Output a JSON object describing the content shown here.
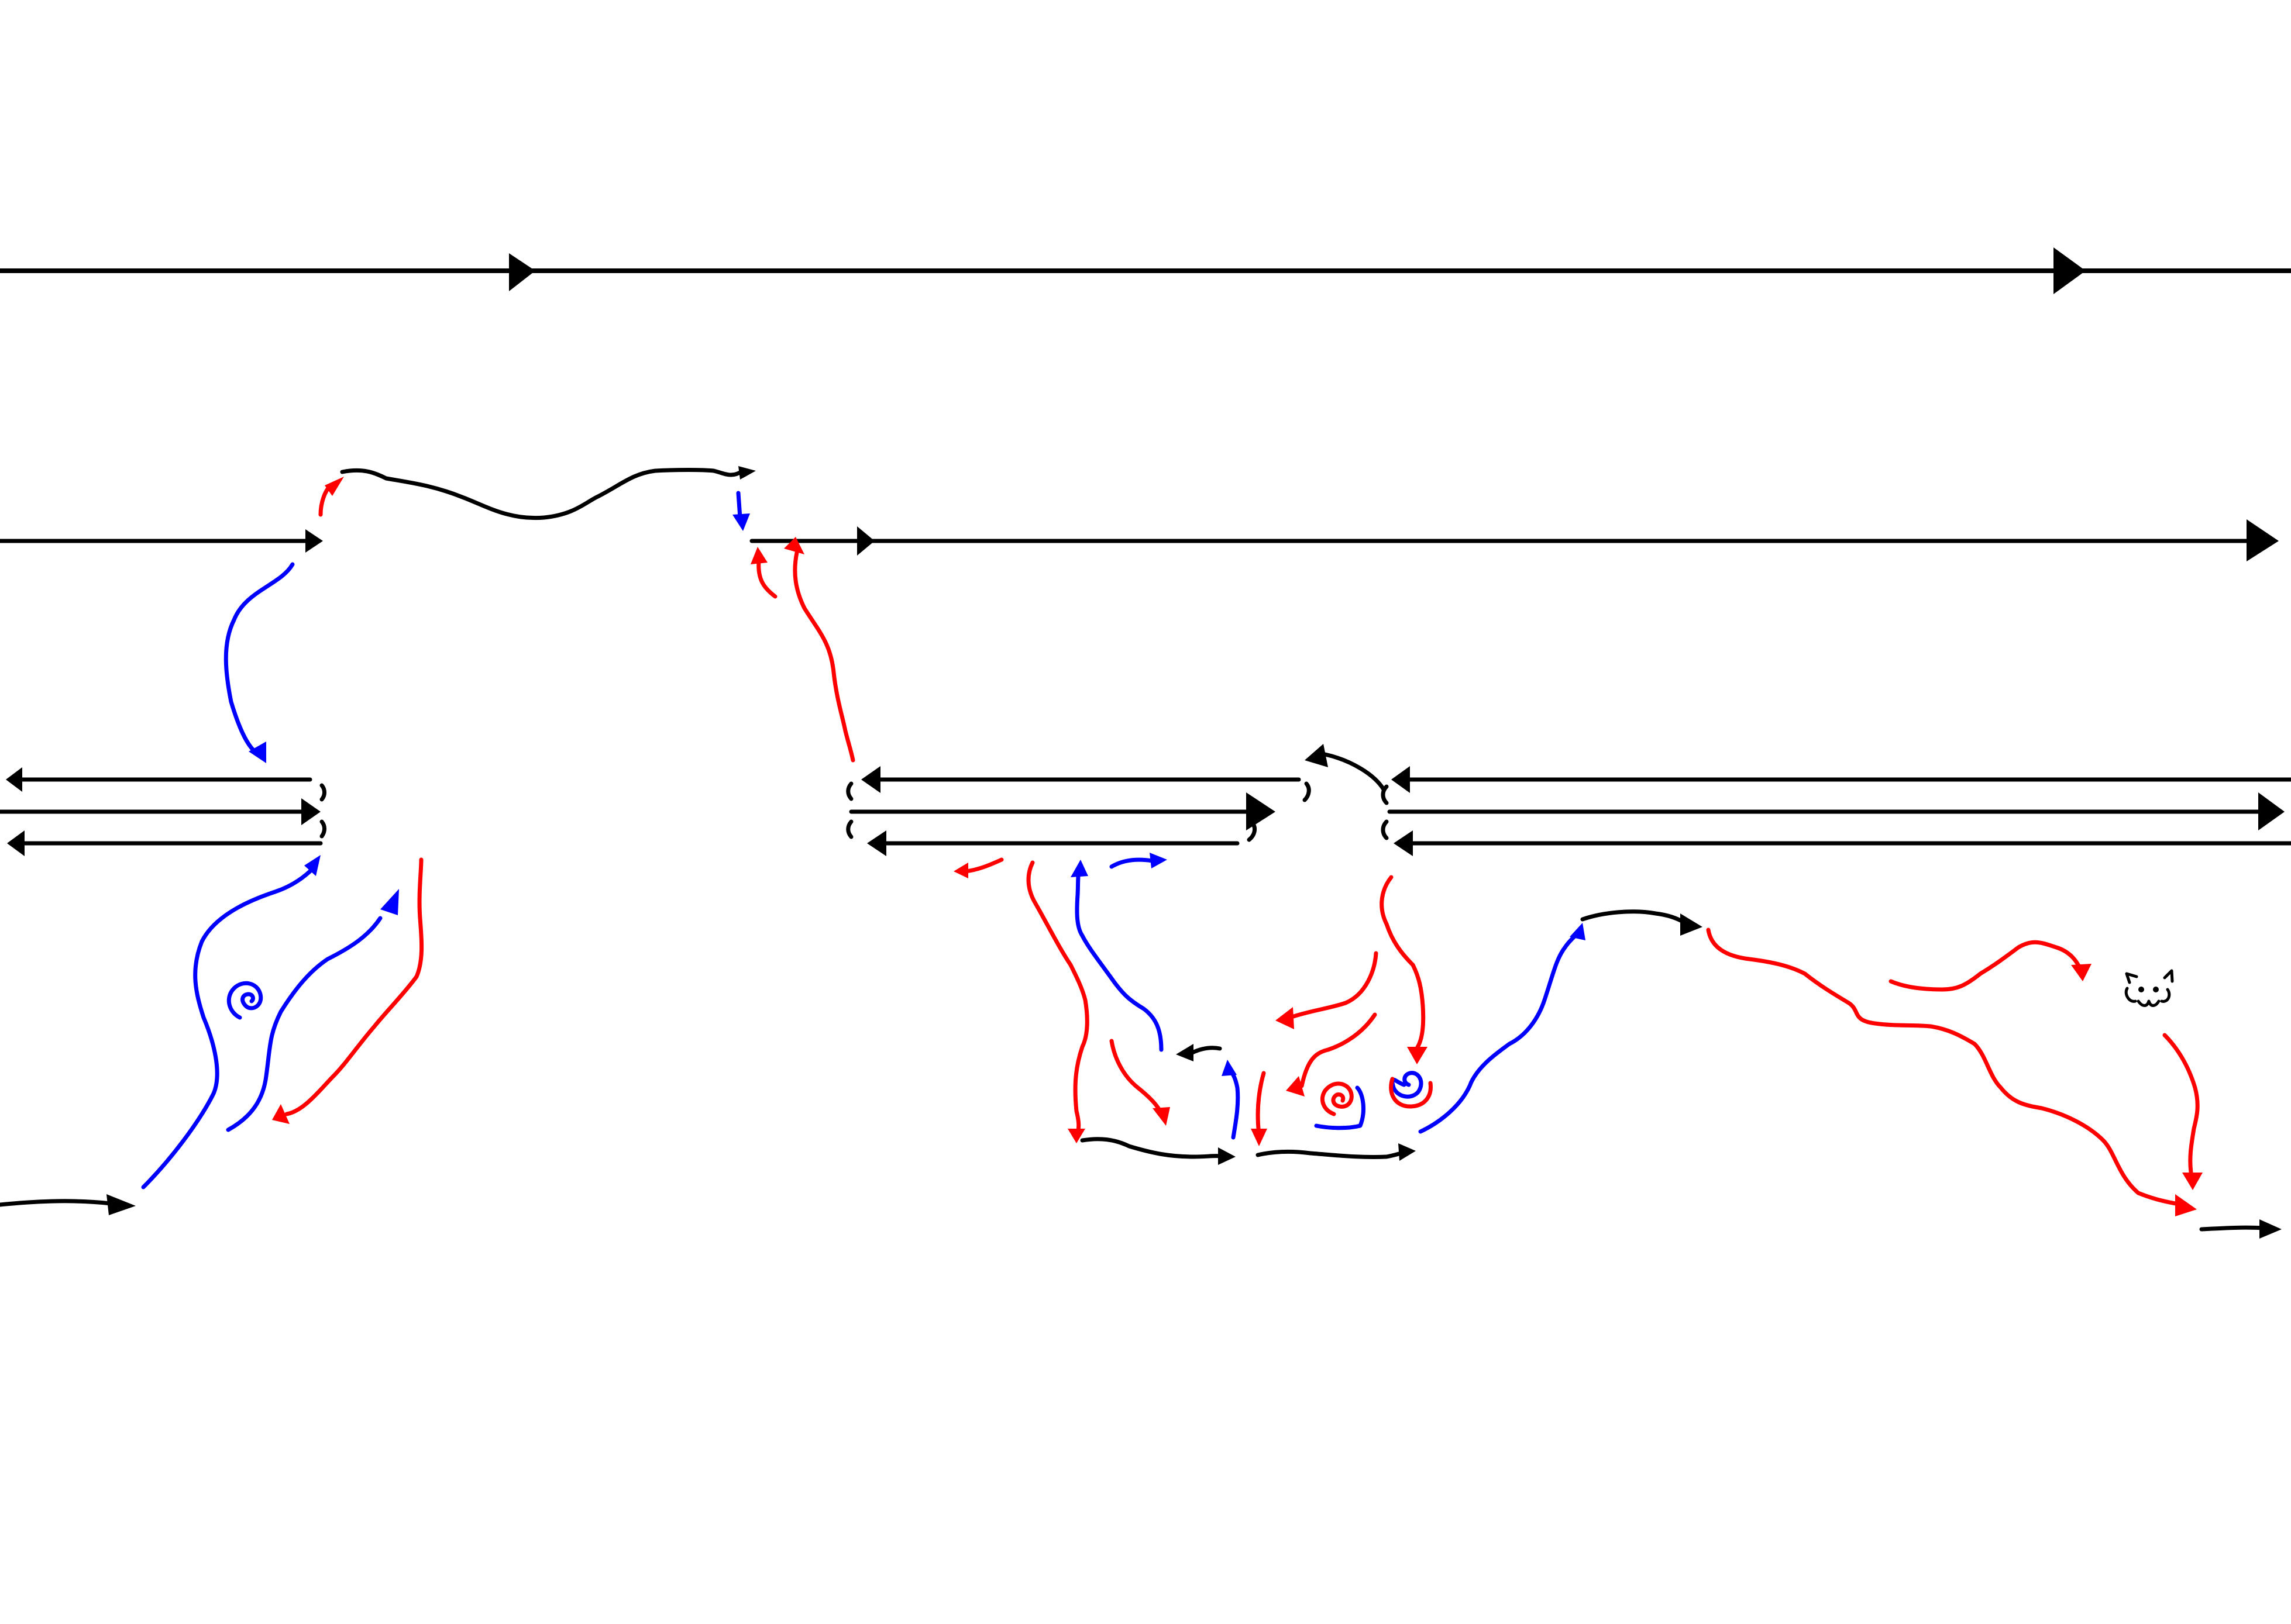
{
  "diagram": {
    "kind": "hand-drawn string diagram",
    "text_labels": [],
    "colors": {
      "background": "#ffffff",
      "strands": "#000000",
      "red_moves": "#ff0000",
      "blue_moves": "#0000ff"
    },
    "rows": [
      {
        "name": "row-1",
        "description_hidden": true
      },
      {
        "name": "row-2"
      },
      {
        "name": "row-3-triple-strands"
      },
      {
        "name": "row-4-bottom-path"
      }
    ],
    "icons": [
      "spiral-icon",
      "cat-face-icon"
    ]
  }
}
